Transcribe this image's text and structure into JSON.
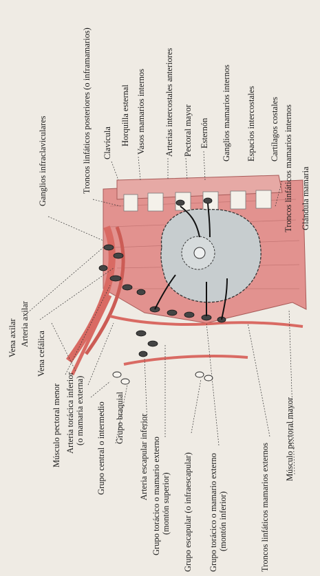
{
  "labels": {
    "vena_axilar": "Vena axilar",
    "arteria_axilar": "Arteria axilar",
    "vena_cefalica": "Vena cefálica",
    "musculo_pectoral_menor": "Músculo pectoral menor",
    "arteria_toracica_inferior": "Arteria torácica inferior",
    "arteria_toracica_inferior_sub": "(o mamaria externa)",
    "grupo_central": "Grupo central o intermedio",
    "grupo_braquial": "Grupo braquial",
    "arteria_escapular_inferior": "Arteria escapular inferior",
    "grupo_toracico_superior": "Grupo torácico o mamario externo",
    "grupo_toracico_superior_sub": "(montón superior)",
    "grupo_escapular": "Grupo escapular (o infraescapular)",
    "grupo_toracico_inferior": "Grupo torácico o mamario externo",
    "grupo_toracico_inferior_sub": "(montón inferior)",
    "troncos_linfaticos_mamarios_externos": "Troncos linfáticos mamarios externos",
    "musculo_pectoral_mayor": "Músculo pectoral mayor",
    "ganglios_infraclaviculares": "Ganglios infraclaviculares",
    "troncos_posteriores": "Troncos linfáticos posteriores (o inframamarios)",
    "clavicula": "Clavícula",
    "horquilla_esternal": "Horquilla esternal",
    "vasos_mamarios_internos": "Vasos mamarios internos",
    "arterias_intercostales_anteriores": "Arterias intercostales anteriores",
    "pectoral_mayor": "Pectoral mayor",
    "esternon": "Esternón",
    "ganglios_mamarios_internos": "Ganglios mamarios internos",
    "espacios_intercostales": "Espacios intercostales",
    "cartilagos_costales": "Cartílagos costales",
    "troncos_linfaticos_mamarios_internos": "Troncos linfáticos mamarios internos",
    "glandula_mamaria": "Glándula mamaria"
  }
}
